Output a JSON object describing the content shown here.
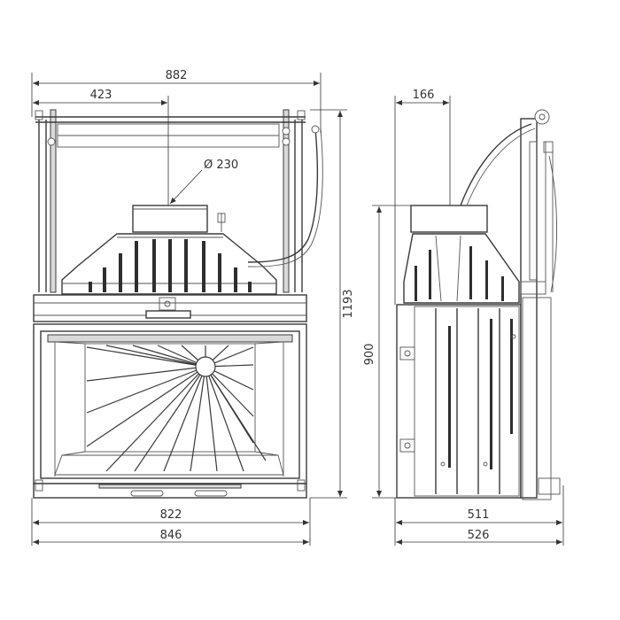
{
  "front_view": {
    "dim_overall_width_top": "882",
    "dim_axis_offset": "423",
    "dim_flue_diameter": "Ø 230",
    "dim_total_height": "1193",
    "dim_width_822": "822",
    "dim_width_846": "846"
  },
  "side_view": {
    "dim_top_offset": "166",
    "dim_body_height": "900",
    "dim_depth_511": "511",
    "dim_depth_526": "526"
  }
}
